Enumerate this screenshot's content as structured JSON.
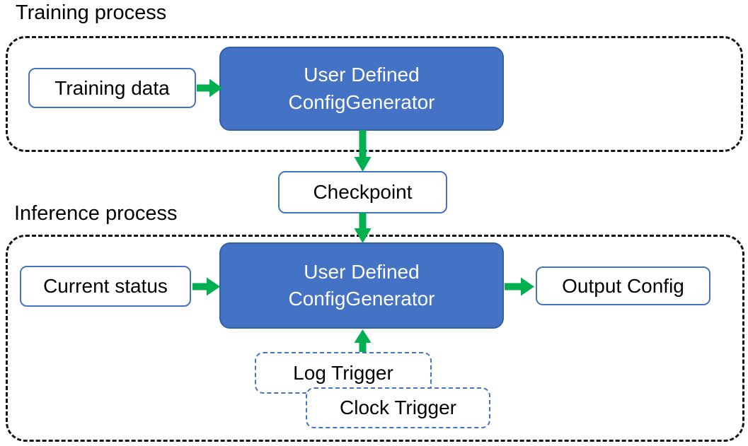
{
  "diagram": {
    "training": {
      "title": "Training process",
      "input_box": "Training data",
      "generator": {
        "line1": "User Defined",
        "line2": "ConfigGenerator"
      }
    },
    "checkpoint": {
      "label": "Checkpoint"
    },
    "inference": {
      "title": "Inference process",
      "input_box": "Current status",
      "generator": {
        "line1": "User Defined",
        "line2": "ConfigGenerator"
      },
      "output_box": "Output Config",
      "triggers": {
        "log": "Log Trigger",
        "clock": "Clock Trigger"
      }
    },
    "colors": {
      "shape_fill_blue": "#4472C4",
      "shape_border_dark_blue": "#375FA5",
      "outline_blue": "#4472C4",
      "arrow_green": "#00B050",
      "dashed_container_black": "#141414",
      "text_dark": "#000000",
      "text_light": "#FFFFFF"
    }
  }
}
